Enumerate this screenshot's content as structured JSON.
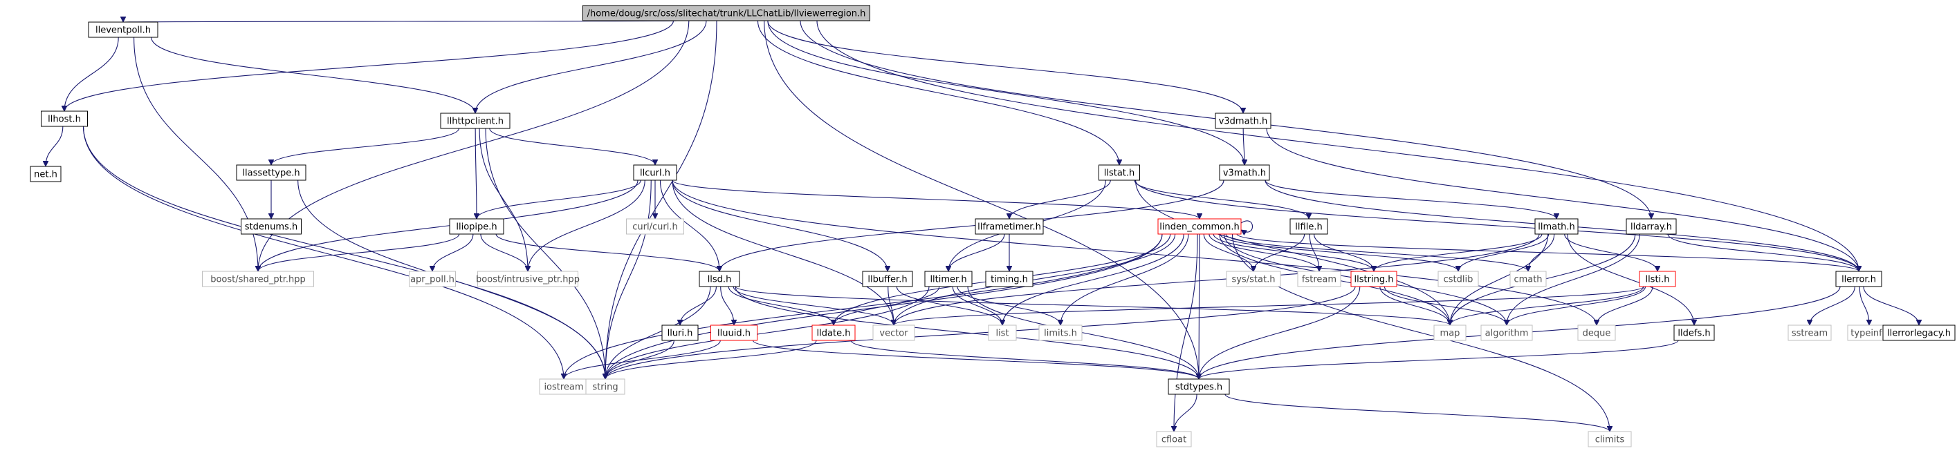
{
  "colors": {
    "edge": "#191970",
    "node_border": "#000000",
    "root_fill": "#bfbfbf",
    "not_documented_border": "#ff0000",
    "system_header_border": "#bfbfbf"
  },
  "nodes": [
    {
      "id": "root",
      "label": "/home/doug/src/oss/slitechat/trunk/LLChatLib/llviewerregion.h",
      "kind": "root"
    },
    {
      "id": "lleventpoll",
      "label": "lleventpoll.h",
      "kind": "doc"
    },
    {
      "id": "llhost",
      "label": "llhost.h",
      "kind": "doc"
    },
    {
      "id": "neth",
      "label": "net.h",
      "kind": "doc"
    },
    {
      "id": "llhttpclient",
      "label": "llhttpclient.h",
      "kind": "doc"
    },
    {
      "id": "llassettype",
      "label": "llassettype.h",
      "kind": "doc"
    },
    {
      "id": "stdenums",
      "label": "stdenums.h",
      "kind": "doc"
    },
    {
      "id": "llcurl",
      "label": "llcurl.h",
      "kind": "doc"
    },
    {
      "id": "curlcurl",
      "label": "curl/curl.h",
      "kind": "sys"
    },
    {
      "id": "lliopipe",
      "label": "lliopipe.h",
      "kind": "doc"
    },
    {
      "id": "aprpoll",
      "label": "apr_poll.h",
      "kind": "sys"
    },
    {
      "id": "boostintrusive",
      "label": "boost/intrusive_ptr.hpp",
      "kind": "sys"
    },
    {
      "id": "boostshared",
      "label": "boost/shared_ptr.hpp",
      "kind": "sys"
    },
    {
      "id": "llsd",
      "label": "llsd.h",
      "kind": "doc"
    },
    {
      "id": "lluri",
      "label": "lluri.h",
      "kind": "doc"
    },
    {
      "id": "lluuid",
      "label": "lluuid.h",
      "kind": "red"
    },
    {
      "id": "lldate",
      "label": "lldate.h",
      "kind": "red"
    },
    {
      "id": "vector",
      "label": "vector",
      "kind": "sys"
    },
    {
      "id": "llbuffer",
      "label": "llbuffer.h",
      "kind": "doc"
    },
    {
      "id": "lltimer",
      "label": "lltimer.h",
      "kind": "doc"
    },
    {
      "id": "list",
      "label": "list",
      "kind": "sys"
    },
    {
      "id": "limitsh",
      "label": "limits.h",
      "kind": "sys"
    },
    {
      "id": "llstat",
      "label": "llstat.h",
      "kind": "doc"
    },
    {
      "id": "llframetimer",
      "label": "llframetimer.h",
      "kind": "doc"
    },
    {
      "id": "timingh",
      "label": "timing.h",
      "kind": "doc"
    },
    {
      "id": "lindencommon",
      "label": "linden_common.h",
      "kind": "red"
    },
    {
      "id": "llfile",
      "label": "llfile.h",
      "kind": "doc"
    },
    {
      "id": "sysstat",
      "label": "sys/stat.h",
      "kind": "sys"
    },
    {
      "id": "fstream",
      "label": "fstream",
      "kind": "sys"
    },
    {
      "id": "llstring",
      "label": "llstring.h",
      "kind": "red"
    },
    {
      "id": "cstdlib",
      "label": "cstdlib",
      "kind": "sys"
    },
    {
      "id": "cmath",
      "label": "cmath",
      "kind": "sys"
    },
    {
      "id": "v3dmath",
      "label": "v3dmath.h",
      "kind": "doc"
    },
    {
      "id": "v3math",
      "label": "v3math.h",
      "kind": "doc"
    },
    {
      "id": "llmath",
      "label": "llmath.h",
      "kind": "doc"
    },
    {
      "id": "lldarray",
      "label": "lldarray.h",
      "kind": "doc"
    },
    {
      "id": "llsti",
      "label": "llsti.h",
      "kind": "red"
    },
    {
      "id": "map",
      "label": "map",
      "kind": "sys"
    },
    {
      "id": "algorithm",
      "label": "algorithm",
      "kind": "sys"
    },
    {
      "id": "deque",
      "label": "deque",
      "kind": "sys"
    },
    {
      "id": "lldefs",
      "label": "lldefs.h",
      "kind": "doc"
    },
    {
      "id": "llerror",
      "label": "llerror.h",
      "kind": "doc"
    },
    {
      "id": "sstream",
      "label": "sstream",
      "kind": "sys"
    },
    {
      "id": "typeinfo",
      "label": "typeinfo",
      "kind": "sys"
    },
    {
      "id": "llerrorlegacy",
      "label": "llerrorlegacy.h",
      "kind": "doc"
    },
    {
      "id": "stdtypes",
      "label": "stdtypes.h",
      "kind": "doc"
    },
    {
      "id": "iostream",
      "label": "iostream",
      "kind": "sys"
    },
    {
      "id": "string",
      "label": "string",
      "kind": "sys"
    },
    {
      "id": "cfloat",
      "label": "cfloat",
      "kind": "sys"
    },
    {
      "id": "climits",
      "label": "climits",
      "kind": "sys"
    }
  ],
  "edges": [
    [
      "root",
      "lleventpoll"
    ],
    [
      "root",
      "llhost"
    ],
    [
      "root",
      "boostshared"
    ],
    [
      "root",
      "string"
    ],
    [
      "root",
      "llhttpclient"
    ],
    [
      "root",
      "llstat"
    ],
    [
      "root",
      "v3math"
    ],
    [
      "root",
      "v3dmath"
    ],
    [
      "root",
      "lldarray"
    ],
    [
      "root",
      "llerror"
    ],
    [
      "root",
      "stdtypes"
    ],
    [
      "lleventpoll",
      "llhost"
    ],
    [
      "lleventpoll",
      "llhttpclient"
    ],
    [
      "lleventpoll",
      "boostshared"
    ],
    [
      "llhost",
      "neth"
    ],
    [
      "llhost",
      "iostream"
    ],
    [
      "llhost",
      "string"
    ],
    [
      "llhttpclient",
      "llassettype"
    ],
    [
      "llhttpclient",
      "llcurl"
    ],
    [
      "llhttpclient",
      "lliopipe"
    ],
    [
      "llhttpclient",
      "boostintrusive"
    ],
    [
      "llhttpclient",
      "string"
    ],
    [
      "llassettype",
      "stdenums"
    ],
    [
      "llassettype",
      "string"
    ],
    [
      "llcurl",
      "curlcurl"
    ],
    [
      "llcurl",
      "lliopipe"
    ],
    [
      "llcurl",
      "boostintrusive"
    ],
    [
      "llcurl",
      "boostshared"
    ],
    [
      "llcurl",
      "llsd"
    ],
    [
      "llcurl",
      "llbuffer"
    ],
    [
      "llcurl",
      "lindencommon"
    ],
    [
      "llcurl",
      "vector"
    ],
    [
      "llcurl",
      "string"
    ],
    [
      "llcurl",
      "deque"
    ],
    [
      "lliopipe",
      "aprpoll"
    ],
    [
      "lliopipe",
      "boostintrusive"
    ],
    [
      "lliopipe",
      "boostshared"
    ],
    [
      "lliopipe",
      "llsd"
    ],
    [
      "llsd",
      "lluri"
    ],
    [
      "llsd",
      "lluuid"
    ],
    [
      "llsd",
      "lldate"
    ],
    [
      "llsd",
      "vector"
    ],
    [
      "llsd",
      "map"
    ],
    [
      "llsd",
      "string"
    ],
    [
      "llsd",
      "stdtypes"
    ],
    [
      "lluri",
      "string"
    ],
    [
      "lluuid",
      "iostream"
    ],
    [
      "lluuid",
      "stdtypes"
    ],
    [
      "lldate",
      "string"
    ],
    [
      "lldate",
      "stdtypes"
    ],
    [
      "llbuffer",
      "vector"
    ],
    [
      "llbuffer",
      "list"
    ],
    [
      "lltimer",
      "lldate"
    ],
    [
      "lltimer",
      "list"
    ],
    [
      "lltimer",
      "limitsh"
    ],
    [
      "lltimer",
      "string"
    ],
    [
      "lltimer",
      "stdtypes"
    ],
    [
      "llstat",
      "llframetimer"
    ],
    [
      "llstat",
      "lltimer"
    ],
    [
      "llstat",
      "llfile"
    ],
    [
      "llstat",
      "map"
    ],
    [
      "llstat",
      "llerror"
    ],
    [
      "llframetimer",
      "lltimer"
    ],
    [
      "llframetimer",
      "timingh"
    ],
    [
      "lindencommon",
      "lindencommon"
    ],
    [
      "lindencommon",
      "sysstat"
    ],
    [
      "lindencommon",
      "fstream"
    ],
    [
      "lindencommon",
      "llstring"
    ],
    [
      "lindencommon",
      "cstdlib"
    ],
    [
      "lindencommon",
      "cmath"
    ],
    [
      "lindencommon",
      "llerror"
    ],
    [
      "lindencommon",
      "stdtypes"
    ],
    [
      "lindencommon",
      "iostream"
    ],
    [
      "lindencommon",
      "string"
    ],
    [
      "lindencommon",
      "list"
    ],
    [
      "lindencommon",
      "limitsh"
    ],
    [
      "lindencommon",
      "vector"
    ],
    [
      "lindencommon",
      "map"
    ],
    [
      "lindencommon",
      "algorithm"
    ],
    [
      "lindencommon",
      "cfloat"
    ],
    [
      "lindencommon",
      "climits"
    ],
    [
      "lindencommon",
      "lldate"
    ],
    [
      "llfile",
      "sysstat"
    ],
    [
      "llfile",
      "fstream"
    ],
    [
      "llfile",
      "llstring"
    ],
    [
      "llstring",
      "map"
    ],
    [
      "llstring",
      "algorithm"
    ],
    [
      "llstring",
      "string"
    ],
    [
      "llstring",
      "stdtypes"
    ],
    [
      "v3dmath",
      "v3math"
    ],
    [
      "v3dmath",
      "llerror"
    ],
    [
      "v3math",
      "llsd"
    ],
    [
      "v3math",
      "llmath"
    ],
    [
      "v3math",
      "llerror"
    ],
    [
      "llmath",
      "cmath"
    ],
    [
      "llmath",
      "cstdlib"
    ],
    [
      "llmath",
      "llstring"
    ],
    [
      "llmath",
      "lldefs"
    ],
    [
      "llmath",
      "llsti"
    ],
    [
      "llmath",
      "vector"
    ],
    [
      "llmath",
      "map"
    ],
    [
      "lldarray",
      "llerror"
    ],
    [
      "lldarray",
      "map"
    ],
    [
      "lldarray",
      "algorithm"
    ],
    [
      "llsti",
      "vector"
    ],
    [
      "llsti",
      "map"
    ],
    [
      "llsti",
      "algorithm"
    ],
    [
      "llsti",
      "deque"
    ],
    [
      "lldefs",
      "stdtypes"
    ],
    [
      "llerror",
      "sstream"
    ],
    [
      "llerror",
      "typeinfo"
    ],
    [
      "llerror",
      "llerrorlegacy"
    ],
    [
      "llerror",
      "stdtypes"
    ],
    [
      "stdtypes",
      "cfloat"
    ],
    [
      "stdtypes",
      "climits"
    ]
  ]
}
